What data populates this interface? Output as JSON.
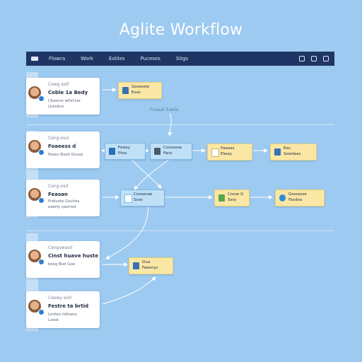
{
  "title": "Aglite Workflow",
  "nav": {
    "items": [
      "Flowra",
      "Work",
      "Estiles",
      "Puceses",
      "Sitgs"
    ],
    "icons": [
      "layers-icon",
      "bell-icon",
      "user-icon"
    ]
  },
  "cards": [
    {
      "label": "Cewg extl",
      "title": "Coble 1a Bedy",
      "lines": [
        "Cbeorre wlhrtcer",
        "Lkanbcs"
      ]
    },
    {
      "label": "Ceng esul",
      "title": "Foaeess d",
      "lines": [
        "Pases Bsod Gnsse"
      ]
    },
    {
      "label": "Ceng esd",
      "title": "Feasan",
      "lines": [
        "Praluste Gsuhes",
        "eaerly sastred"
      ]
    },
    {
      "label": "Cengswasd",
      "title": "Cinst huave huste",
      "lines": [
        "besg Bod Goe"
      ]
    },
    {
      "label": "Ceewy extl",
      "title": "Festre ta brtid",
      "lines": [
        "Lorbes lidtxess",
        "Lseat"
      ]
    }
  ],
  "nodes": [
    {
      "text1": "Gosesste",
      "text2": "Esse",
      "color": "yellow",
      "icon": "#3a6fb3"
    },
    {
      "text1": "Fowsy",
      "text2": "Phss",
      "color": "blue",
      "icon": "#2b6fb7"
    },
    {
      "text1": "Cossuese",
      "text2": "Fans",
      "color": "blue",
      "icon": "#4a5a6a"
    },
    {
      "text1": "Paeoas",
      "text2": "Elway",
      "color": "yellow",
      "icon": "#ffffff"
    },
    {
      "text1": "Ees",
      "text2": "Sowdaas",
      "color": "yellow",
      "icon": "#3a6fb3"
    },
    {
      "text1": "Cossanae",
      "text2": "Ssse",
      "color": "blue",
      "icon": "#ffffff"
    },
    {
      "text1": "Cosse G",
      "text2": "Sssy",
      "color": "yellow",
      "icon": "#56a84a"
    },
    {
      "text1": "Gossasse",
      "text2": "Fasdoa",
      "color": "yellow",
      "icon": "#2a8fd8"
    },
    {
      "text1": "Dua",
      "text2": "Faeenys",
      "color": "yellow",
      "icon": "#3a6fb3"
    }
  ],
  "float_label": "Fnaeat Eaeils"
}
